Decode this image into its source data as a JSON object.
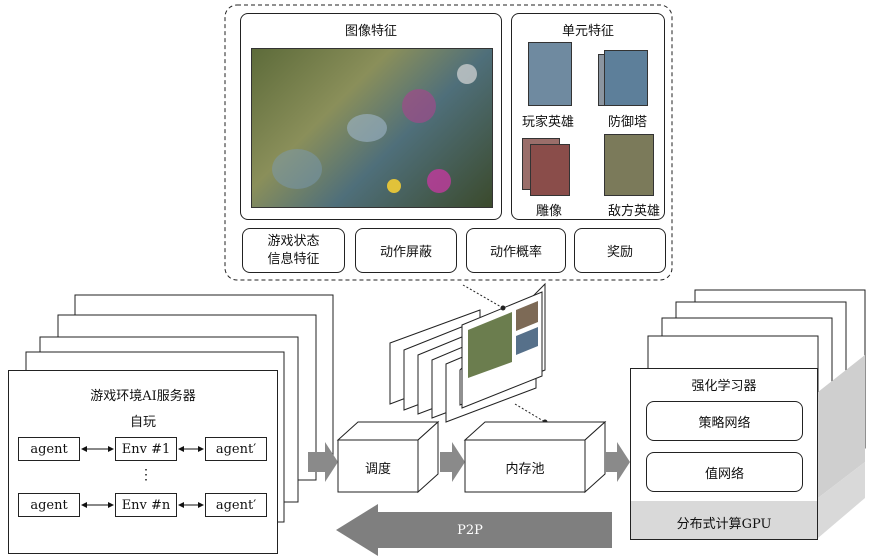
{
  "top_panel": {
    "image_features_title": "图像特征",
    "unit_features_title": "单元特征",
    "units": [
      {
        "label": "玩家英雄"
      },
      {
        "label": "防御塔"
      },
      {
        "label": "雕像"
      },
      {
        "label": "敌方英雄"
      }
    ],
    "bottom_features": [
      {
        "line1": "游戏状态",
        "line2": "信息特征"
      },
      {
        "line1": "动作屏蔽"
      },
      {
        "line1": "动作概率"
      },
      {
        "line1": "奖励"
      }
    ]
  },
  "env_server": {
    "title": "游戏环境AI服务器",
    "self_play": "自玩",
    "agent_left_1": "agent",
    "agent_left_2": "agent",
    "env_1": "Env #1",
    "env_n": "Env #n",
    "agent_right_1": "agent′",
    "agent_right_2": "agent′",
    "ellipsis": "⋮"
  },
  "pipeline": {
    "scheduler": "调度",
    "memory_pool": "内存池",
    "p2p": "P2P"
  },
  "learner": {
    "title": "强化学习器",
    "policy_net": "策略网络",
    "value_net": "值网络",
    "gpu": "分布式计算GPU"
  }
}
